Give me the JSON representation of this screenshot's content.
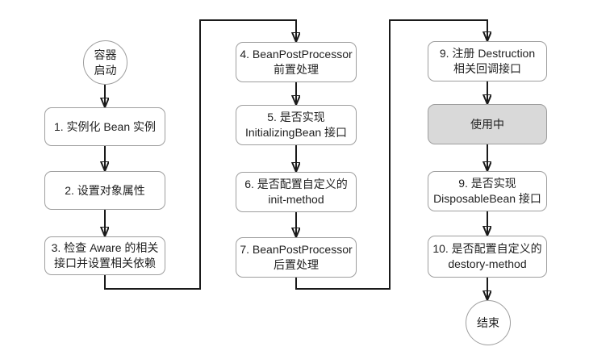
{
  "diagram": {
    "type": "flowchart",
    "subject": "Spring Bean lifecycle",
    "nodes": {
      "start": {
        "label": "容器\n启动",
        "shape": "circle"
      },
      "n1": {
        "label": "1. 实例化 Bean 实例",
        "shape": "rounded-rect"
      },
      "n2": {
        "label": "2. 设置对象属性",
        "shape": "rounded-rect"
      },
      "n3": {
        "label": "3. 检查 Aware 的相关\n接口并设置相关依赖",
        "shape": "rounded-rect"
      },
      "n4": {
        "label": "4. BeanPostProcessor\n前置处理",
        "shape": "rounded-rect"
      },
      "n5": {
        "label": "5. 是否实现\nInitializingBean 接口",
        "shape": "rounded-rect"
      },
      "n6": {
        "label": "6. 是否配置自定义的\ninit-method",
        "shape": "rounded-rect"
      },
      "n7": {
        "label": "7. BeanPostProcessor\n后置处理",
        "shape": "rounded-rect"
      },
      "n8": {
        "label": "9. 注册 Destruction\n相关回调接口",
        "shape": "rounded-rect"
      },
      "inUse": {
        "label": "使用中",
        "shape": "rounded-rect",
        "fill": "#d9d9d9"
      },
      "n9": {
        "label": "9. 是否实现\nDisposableBean 接口",
        "shape": "rounded-rect"
      },
      "n10": {
        "label": "10. 是否配置自定义的\ndestory-method",
        "shape": "rounded-rect"
      },
      "end": {
        "label": "结束",
        "shape": "circle"
      }
    },
    "edges": [
      {
        "from": "start",
        "to": "n1"
      },
      {
        "from": "n1",
        "to": "n2"
      },
      {
        "from": "n2",
        "to": "n3"
      },
      {
        "from": "n3",
        "to": "n4",
        "route": "down-right-up-right-down"
      },
      {
        "from": "n4",
        "to": "n5"
      },
      {
        "from": "n5",
        "to": "n6"
      },
      {
        "from": "n6",
        "to": "n7"
      },
      {
        "from": "n7",
        "to": "n8",
        "route": "down-right-up-right-down"
      },
      {
        "from": "n8",
        "to": "inUse"
      },
      {
        "from": "inUse",
        "to": "n9"
      },
      {
        "from": "n9",
        "to": "n10"
      },
      {
        "from": "n10",
        "to": "end"
      }
    ],
    "colors": {
      "background": "#ffffff",
      "node_fill": "#ffffff",
      "node_border": "#9e9e9e",
      "in_use_fill": "#d9d9d9",
      "connector": "#1a1a1a",
      "text": "#1f1f1f"
    }
  }
}
